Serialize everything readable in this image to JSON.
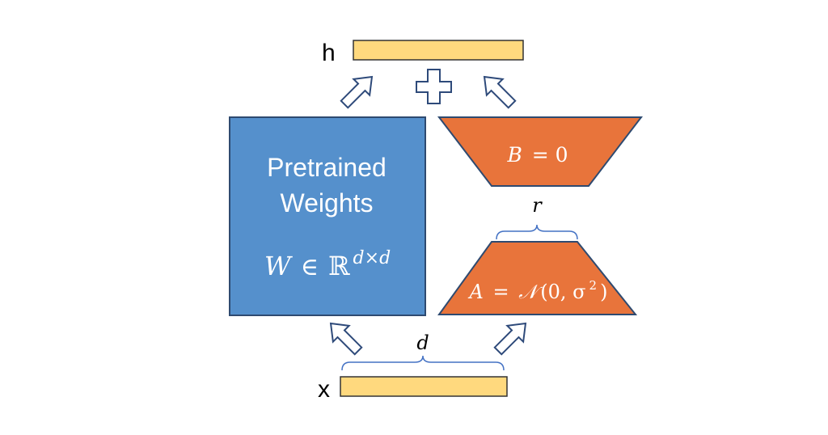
{
  "diagram": {
    "output": {
      "label": "h"
    },
    "input": {
      "label": "x"
    },
    "pretrained": {
      "title_line1": "Pretrained",
      "title_line2": "Weights",
      "formula_W": "W",
      "formula_in": "∈",
      "formula_R": "ℝ",
      "formula_exp": "d×d"
    },
    "matrix_B": {
      "var": "B",
      "eq": " = 0"
    },
    "matrix_A": {
      "var": "A",
      "eq": " = ",
      "dist": "𝒩",
      "args_open": "(0, σ",
      "args_exp": "2",
      "args_close": ")"
    },
    "rank_label": "r",
    "dim_label": "d",
    "plus_symbol": "+"
  },
  "colors": {
    "vector_fill": "#FFD97E",
    "vector_stroke": "#333333",
    "pretrained_fill": "#5590CC",
    "pretrained_stroke": "#2E4A70",
    "lora_fill": "#E8743B",
    "lora_stroke": "#2E4A70",
    "arrow_stroke": "#2E4A7A",
    "brace_stroke": "#4472C4"
  }
}
